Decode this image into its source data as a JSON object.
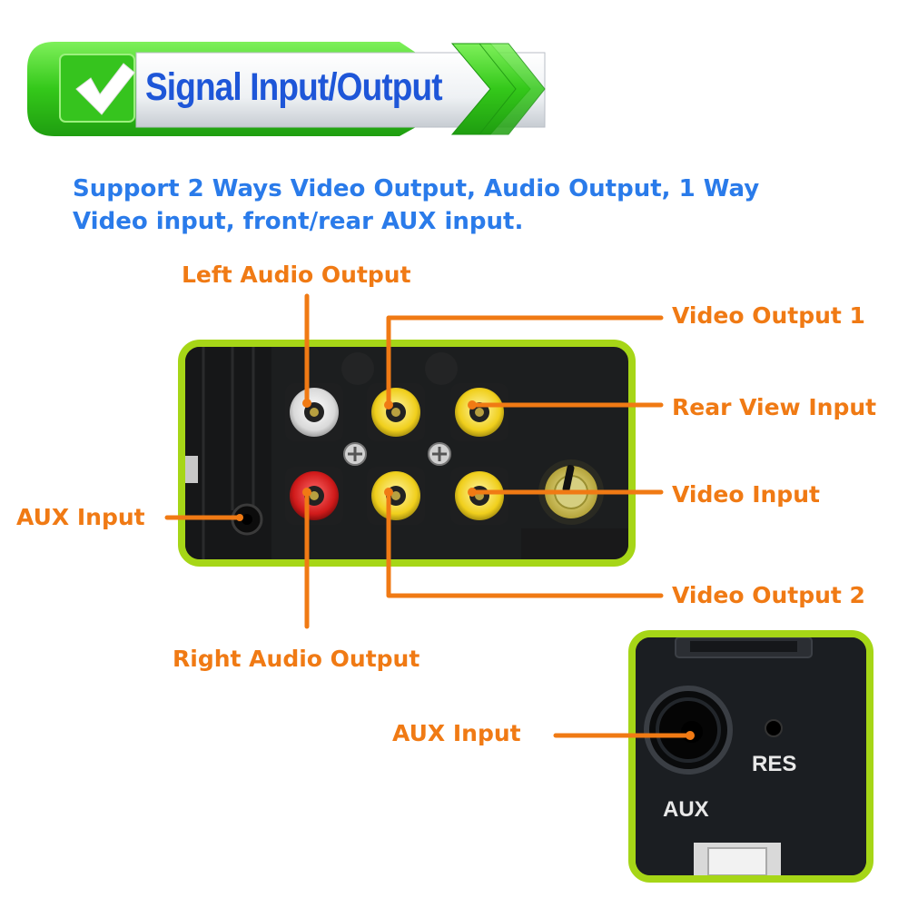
{
  "banner": {
    "title": "Signal Input/Output",
    "icon": "checkmark-icon"
  },
  "subtitle": {
    "line1": "Support 2 Ways Video Output, Audio Output, 1 Way",
    "line2": "Video input, front/rear AUX input."
  },
  "labels": {
    "left_audio_output": "Left Audio Output",
    "video_output_1": "Video Output 1",
    "rear_view_input": "Rear View Input",
    "video_input": "Video Input",
    "aux_input_left": "AUX Input",
    "video_output_2": "Video Output 2",
    "right_audio_output": "Right Audio Output",
    "aux_input_front": "AUX Input"
  },
  "front_panel": {
    "res_label": "RES",
    "aux_label": "AUX"
  },
  "colors": {
    "accent_green": "#33c91c",
    "label_orange": "#f07a14",
    "subtitle_blue": "#2a7bea",
    "title_blue": "#1e56d8",
    "panel_border": "#a6d617",
    "rca_white": "#e6e6e6",
    "rca_yellow": "#f2d21c",
    "rca_red": "#d62020"
  }
}
